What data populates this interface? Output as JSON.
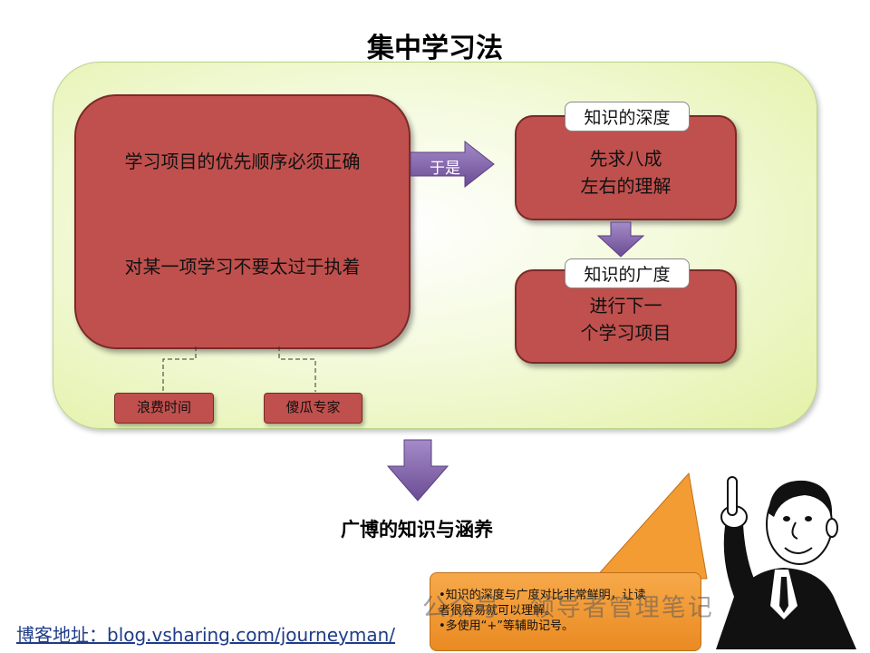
{
  "title": "集中学习法",
  "left_block": {
    "line1": "学习项目的优先顺序必须正确",
    "line2": "对某一项学习不要太过于执着"
  },
  "arrow_label": "于是",
  "depth_box": {
    "tab": "知识的深度",
    "line1": "先求八成",
    "line2": "左右的理解"
  },
  "breadth_box": {
    "tab": "知识的广度",
    "line1": "进行下一",
    "line2": "个学习项目"
  },
  "sub_boxes": [
    "浪费时间",
    "傻瓜专家"
  ],
  "bottom_title": "广博的知识与涵养",
  "callout": {
    "line1": "•知识的深度与广度对比非常鲜明，让读",
    "line2": "者很容易就可以理解。",
    "line3": "•多使用“+”等辅助记号。"
  },
  "blog_url": "博客地址：blog.vsharing.com/journeyman/",
  "watermark": "公众号 · 领导者管理笔记",
  "colors": {
    "panel_green": "#e3f1a6",
    "box_red": "#c0504d",
    "arrow_purple": "#8064a2",
    "callout_orange": "#f39c34"
  },
  "icons": {
    "right_arrow": "right-arrow-icon",
    "down_arrow": "down-arrow-icon",
    "presenter": "pointing-man-illustration"
  }
}
